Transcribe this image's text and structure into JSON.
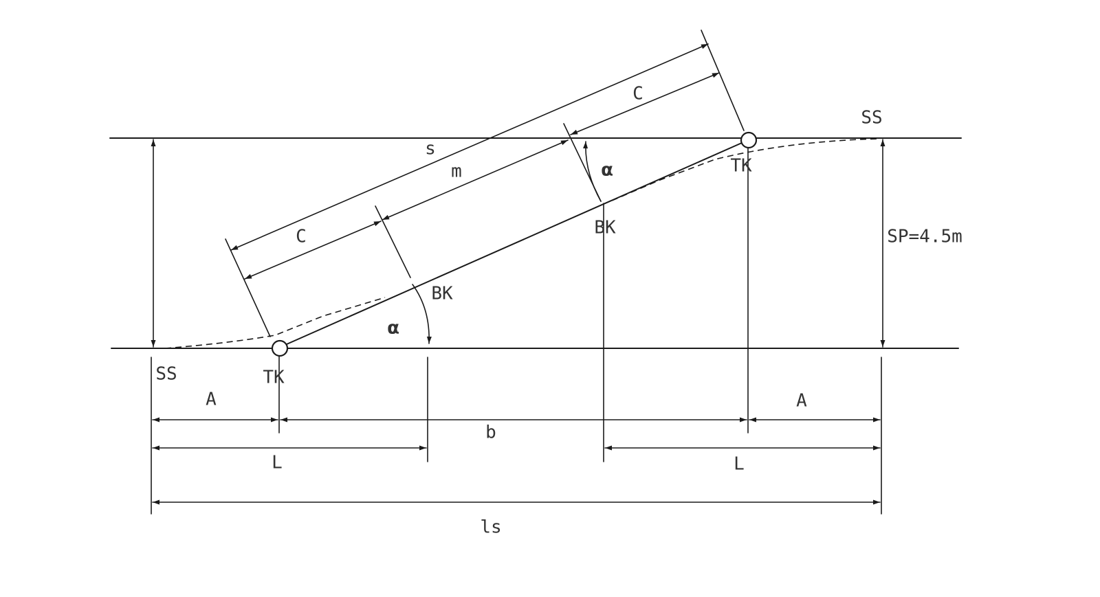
{
  "labels": {
    "ss_left": "SS",
    "ss_right": "SS",
    "tk": "TK",
    "tk_right": "TK",
    "bk_lower": "BK",
    "bk_upper": "BK",
    "alpha_lower": "α",
    "alpha_upper": "α",
    "s": "s",
    "m": "m",
    "c_lower": "C",
    "c_upper": "C",
    "sp": "SP=4.5m",
    "a_left": "A",
    "a_right": "A",
    "b": "b",
    "l_left": "L",
    "l_right": "L",
    "ls": "ls"
  },
  "colors": {
    "line": "#1a1a1a",
    "text": "#333333",
    "background": "#ffffff"
  }
}
